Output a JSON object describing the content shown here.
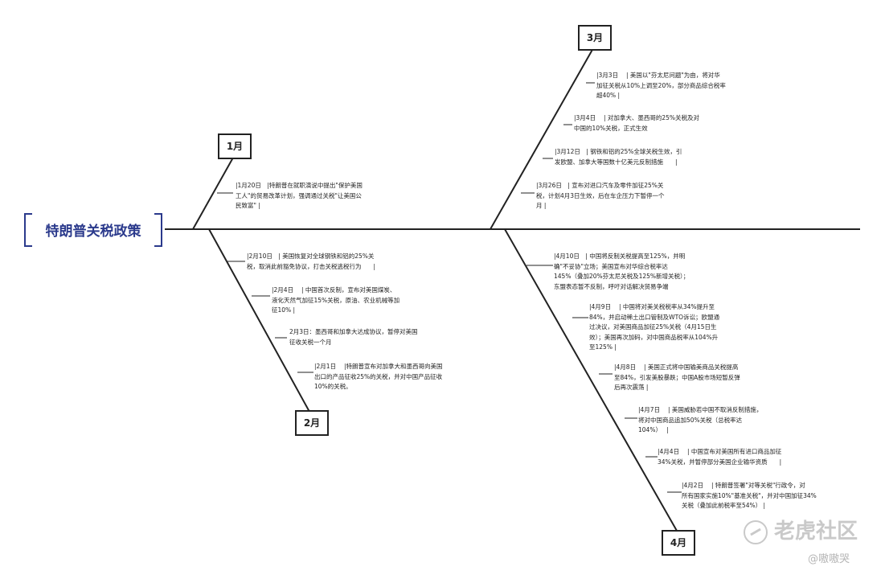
{
  "title": "特朗普关税政策",
  "months": {
    "jan": "1月",
    "feb": "2月",
    "mar": "3月",
    "apr": "4月"
  },
  "notes": {
    "jan": [
      "|1月20日　|特朗普在就职演说中提出\"保护美国\n工人\"的贸易改革计划，强调通过关税\"让美国公\n民致富\" |"
    ],
    "feb": [
      "|2月10日　| 美国恢复对全球钢铁和铝的25%关\n税，取消此前豁免协议，打击关税逃税行为　　|",
      "|2月4日　 | 中国首次反制，宣布对美国煤炭、\n液化天然气加征15%关税，原油、农业机械等加\n征10% |",
      "2月3日：墨西哥和加拿大达成协议，暂停对美国\n征收关税一个月",
      "|2月1日　 |特朗普宣布对加拿大和墨西哥向美国\n出口的产品征收25%的关税，并对中国产品征收\n10%的关税。"
    ],
    "mar": [
      "|3月3日　 | 美国以\"芬太尼问题\"为由，将对华\n加征关税从10%上调至20%，部分商品综合税率\n超40% |",
      "|3月4日　 | 对加拿大、墨西哥的25%关税及对\n中国的10%关税，正式生效",
      "|3月12日　| 钢铁和铝的25%全球关税生效，引\n发欧盟、加拿大等国数十亿美元反制措施　　|",
      "|3月26日　| 宣布对进口汽车及零件加征25%关\n税，计划4月3日生效，后在车企压力下暂停一个\n月 |"
    ],
    "apr": [
      "|4月10日　| 中国将反制关税提高至125%，并明\n确\"不妥协\"立场；美国宣布对华综合税率达\n145%（叠加20%芬太尼关税及125%新增关税）；\n东盟表态暂不反制，呼吁对话解决贸易争端",
      "|4月9日　 | 中国将对美关税税率从34%提升至\n84%，并启动稀土出口管制及WTO诉讼；欧盟通\n过决议，对美国商品加征25%关税（4月15日生\n效）；美国再次加码，对中国商品税率从104%升\n至125% |",
      "|4月8日　 | 美国正式将中国输美商品关税提高\n至84%，引发美股暴跌；中国A股市场短暂反弹\n后再次震荡 |",
      "|4月7日　 | 美国威胁若中国不取消反制措施，\n将对中国商品追加50%关税（总税率达\n104%）　 |",
      "|4月4日　 | 中国宣布对美国所有进口商品加征\n34%关税，并暂停部分美国企业输华资质　　|",
      "|4月2日　 | 特朗普签署\"对等关税\"行政令，对\n所有国家实施10%\"基准关税\"，并对中国加征34%\n关税（叠加此前税率至54%） |"
    ]
  },
  "watermark": "老虎社区",
  "author": "@嗷嗷哭"
}
